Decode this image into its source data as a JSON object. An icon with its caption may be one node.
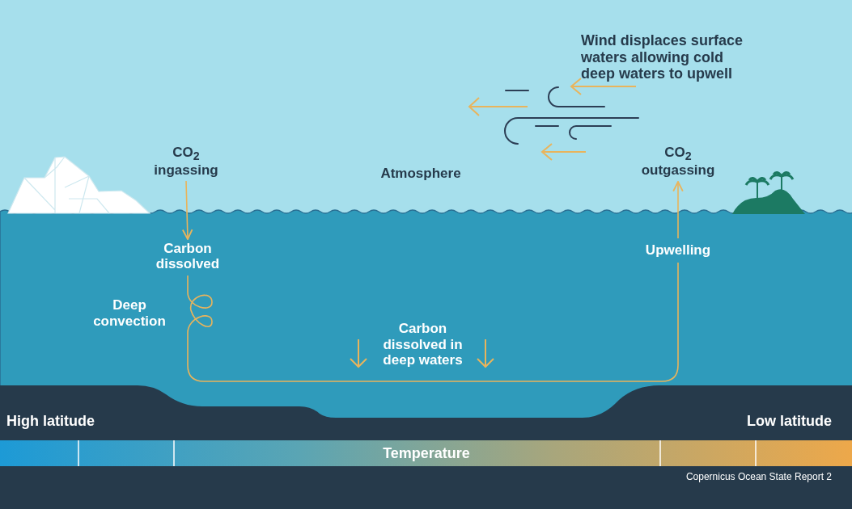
{
  "diagram": {
    "nodes": [
      {
        "text": [
          "CO$_{2}$ ingassing"
        ]
      },
      {
        "text": [
          "Carbon dissolved"
        ]
      },
      {
        "text": [
          "Upwelling"
        ]
      },
      {
        "text": [
          "CO$_{2}$ outgassing"
        ]
      }
    ],
    "edges": [
      {
        "from": 0,
        "to": 1,
        "arrow": "to"
      },
      {
        "from": 1,
        "to": 2,
        "arrow": "none"
      },
      {
        "from": 2,
        "to": 3,
        "arrow": "to"
      }
    ],
    "labels": [
      "Wind displaces surface waters allowing cold deep waters to upwell",
      "Atmosphere",
      "Deep convection",
      "Carbon dissolved in deep waters",
      "High latitude",
      "Low latitude",
      "Temperature",
      "Copernicus Ocean State Report 2"
    ]
  }
}
